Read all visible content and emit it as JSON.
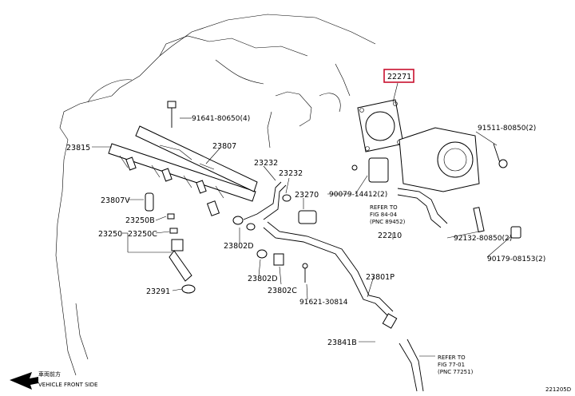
{
  "diagram_id": "221205D",
  "highlighted_part": "22271",
  "parts": {
    "p22271": "22271",
    "p91641": "91641-80650(4)",
    "p91511": "91511-80850(2)",
    "p23815": "23815",
    "p23807": "23807",
    "p23232a": "23232",
    "p23232b": "23232",
    "p23270": "23270",
    "p23807v": "23807V",
    "p23250b": "23250B",
    "p23250": "23250",
    "p23250c": "23250C",
    "p90079": "90079-14412(2)",
    "p22210": "22210",
    "p92132": "92132-80850(2)",
    "p90179": "90179-08153(2)",
    "p23802d_a": "23802D",
    "p23802d_b": "23802D",
    "p23802c": "23802C",
    "p91621": "91621-30814",
    "p23801p": "23801P",
    "p23291": "23291",
    "p23841b": "23841B"
  },
  "refs": {
    "fig_left": [
      "REFER TO",
      "FIG 84-04",
      "(PNC 89452)"
    ],
    "fig_right": [
      "REFER TO",
      "FIG 77-01",
      "(PNC 77251)"
    ]
  },
  "orientation": {
    "jp": "車両前方",
    "en": "VEHICLE FRONT SIDE"
  }
}
